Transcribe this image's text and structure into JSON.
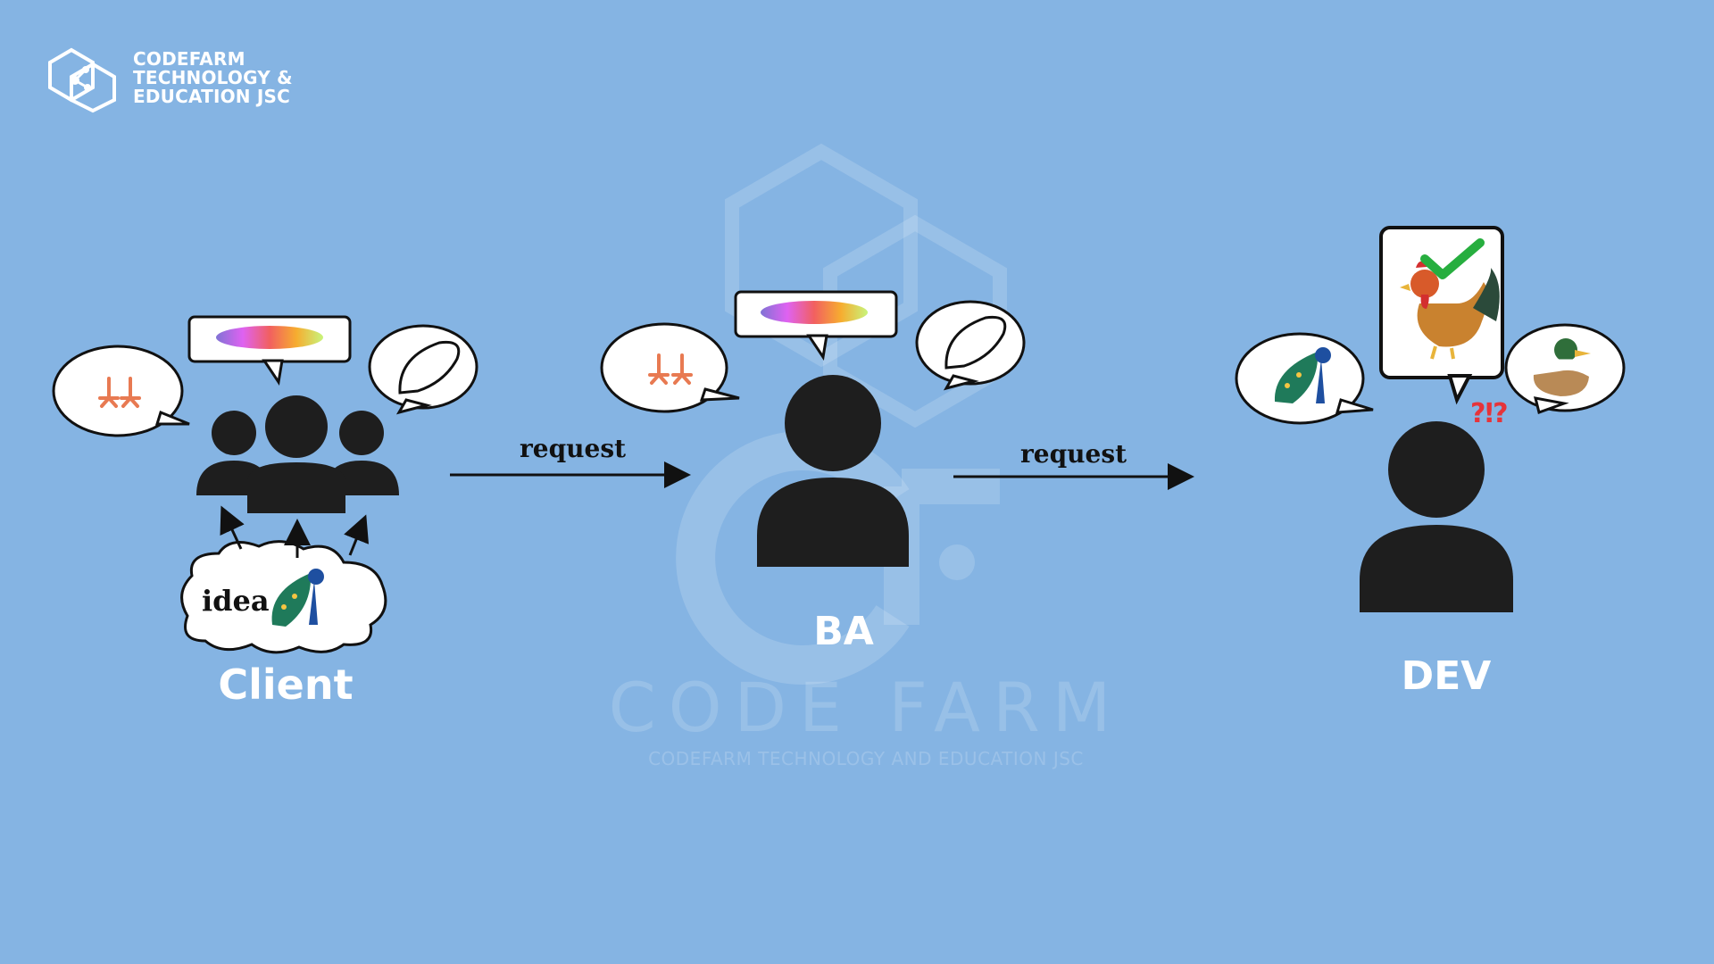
{
  "logo": {
    "lines": [
      "CODEFARM",
      "TECHNOLOGY &",
      "EDUCATION JSC"
    ]
  },
  "watermark": {
    "title": "CODE FARM",
    "subtitle": "CODEFARM TECHNOLOGY AND EDUCATION JSC"
  },
  "roles": {
    "client": "Client",
    "ba": "BA",
    "dev": "DEV"
  },
  "arrows": {
    "client_to_ba": "request",
    "ba_to_dev": "request"
  },
  "idea": "idea",
  "dev_confusion": "?!?",
  "icons": {
    "client_bubbles": [
      "feet-icon",
      "color-splash-icon",
      "wing-icon"
    ],
    "ba_bubbles": [
      "feet-icon",
      "color-splash-icon",
      "wing-icon"
    ],
    "dev_bubbles": [
      "peacock-icon",
      "rooster-icon",
      "duck-icon"
    ],
    "approval": "checkmark-icon"
  },
  "colors": {
    "background": "#85b4e3",
    "person": "#1e1e1e",
    "feet": "#e87a52",
    "check": "#27ae3f",
    "question": "#e6343a"
  }
}
